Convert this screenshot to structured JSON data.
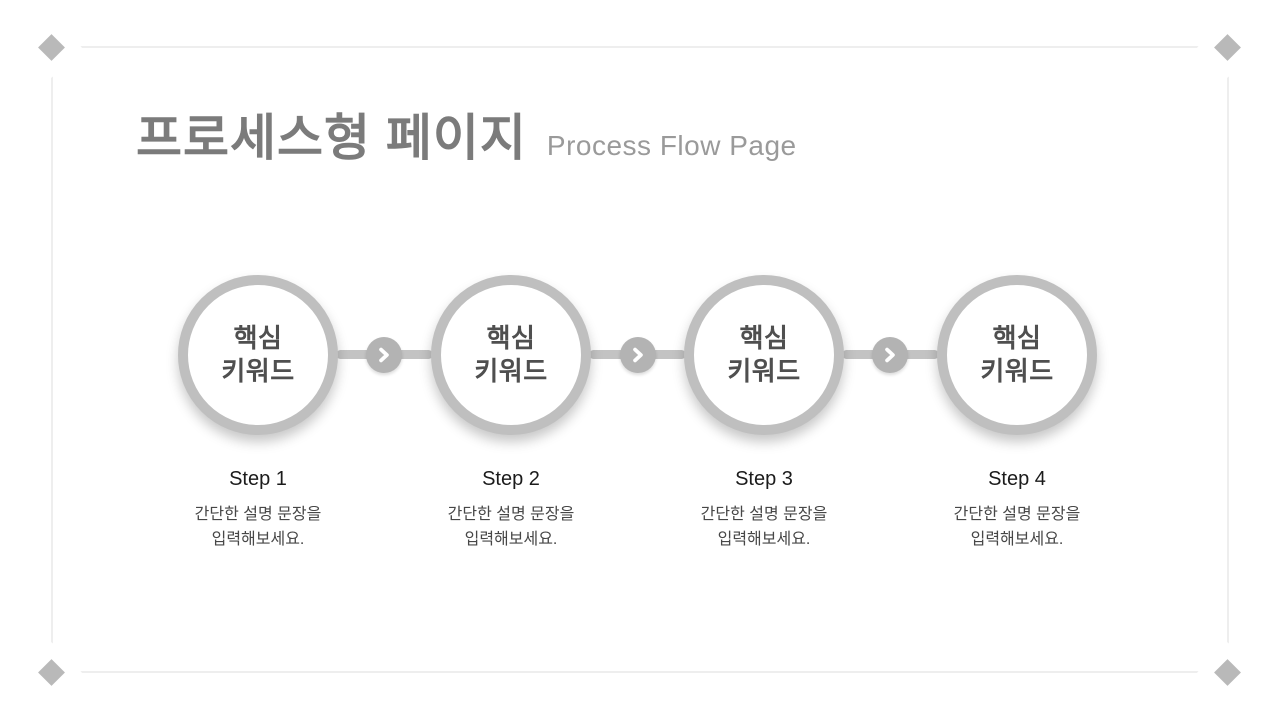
{
  "header": {
    "title": "프로세스형 페이지",
    "subtitle": "Process Flow Page"
  },
  "steps": [
    {
      "circle_line1": "핵심",
      "circle_line2": "키워드",
      "label": "Step 1",
      "desc_line1": "간단한 설명 문장을",
      "desc_line2": "입력해보세요."
    },
    {
      "circle_line1": "핵심",
      "circle_line2": "키워드",
      "label": "Step 2",
      "desc_line1": "간단한 설명 문장을",
      "desc_line2": "입력해보세요."
    },
    {
      "circle_line1": "핵심",
      "circle_line2": "키워드",
      "label": "Step 3",
      "desc_line1": "간단한 설명 문장을",
      "desc_line2": "입력해보세요."
    },
    {
      "circle_line1": "핵심",
      "circle_line2": "키워드",
      "label": "Step 4",
      "desc_line1": "간단한 설명 문장을",
      "desc_line2": "입력해보세요."
    }
  ],
  "icons": {
    "connector_arrow": "chevron-right",
    "corner_ornament": "diamond"
  },
  "colors": {
    "background": "#ffffff",
    "title_gray": "#7b7b7b",
    "subtitle_gray": "#9a9a9a",
    "circle_border": "#bfbfbf",
    "connector_bar": "#c3c3c3",
    "arrow_badge": "#b3b3b3",
    "keyword_text": "#4f4f4f",
    "step_label_text": "#1b1b1b",
    "description_text": "#474747",
    "frame_line": "#eeeeee",
    "corner_diamond": "#b9b9b9"
  }
}
